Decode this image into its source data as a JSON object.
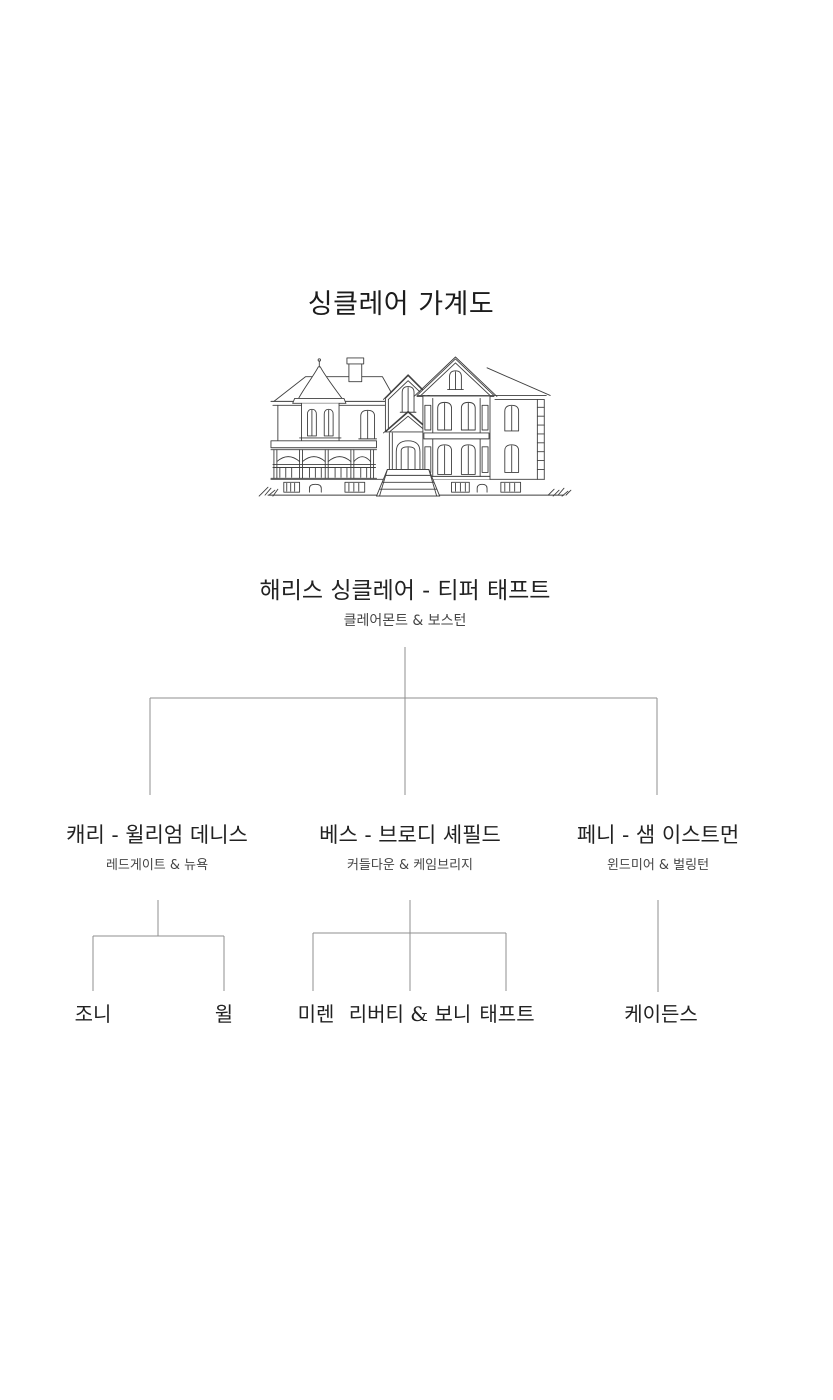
{
  "title": "싱클레어 가계도",
  "illustration": "victorian-mansion-line-drawing",
  "colors": {
    "background": "#ffffff",
    "text": "#222222",
    "subtext": "#454545",
    "connector_line": "#8f8f8f",
    "sketch_line": "#3f3f3f"
  },
  "tree": {
    "root": {
      "name": "해리스 싱클레어 - 티퍼 태프트",
      "location": "클레어몬트 & 보스턴"
    },
    "branches": [
      {
        "name": "캐리 - 윌리엄 데니스",
        "location": "레드게이트 & 뉴욕",
        "children": [
          "조니",
          "윌"
        ]
      },
      {
        "name": "베스 - 브로디 셰필드",
        "location": "커들다운 & 케임브리지",
        "children": [
          "미렌",
          "리버티 & 보니",
          "태프트"
        ]
      },
      {
        "name": "페니 - 샘 이스트먼",
        "location": "윈드미어 & 벌링턴",
        "children": [
          "케이든스"
        ]
      }
    ]
  }
}
